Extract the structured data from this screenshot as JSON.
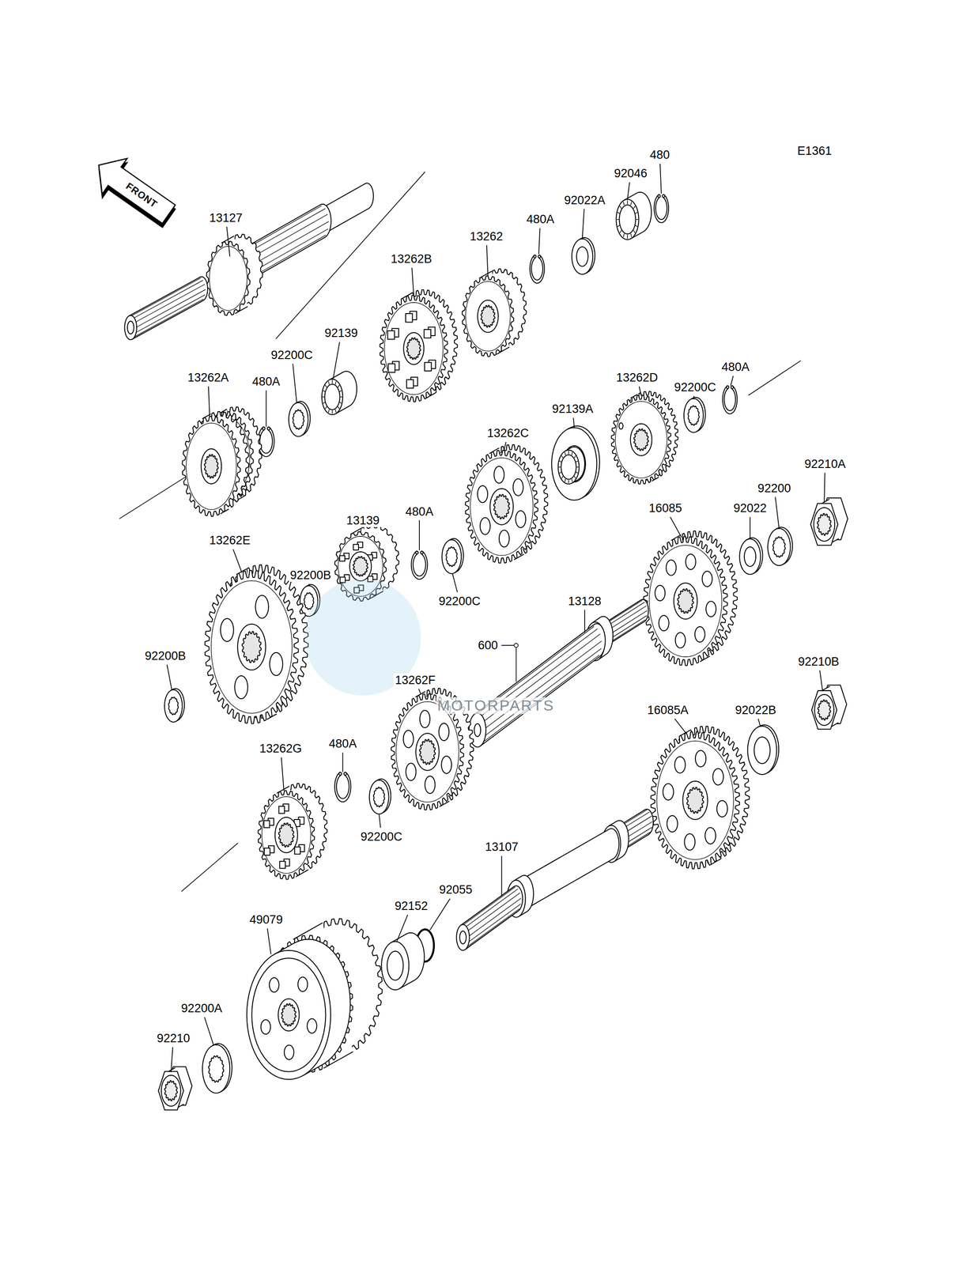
{
  "diagram": {
    "labels": [
      "E1361",
      "FRONT",
      "13127",
      "480",
      "92046",
      "92022A",
      "480A",
      "13262",
      "13262B",
      "92139",
      "92200C",
      "480A",
      "13262A",
      "13262D",
      "92200C",
      "480A",
      "92139A",
      "13262C",
      "92210A",
      "92200",
      "92022",
      "16085",
      "13139",
      "480A",
      "13262E",
      "92200B",
      "92200C",
      "13128",
      "600",
      "13262F",
      "92200B",
      "92210B",
      "92022B",
      "16085A",
      "13262G",
      "480A",
      "92200C",
      "13107",
      "92055",
      "92152",
      "49079",
      "92200A",
      "92210",
      "MOTORPARTS"
    ]
  }
}
